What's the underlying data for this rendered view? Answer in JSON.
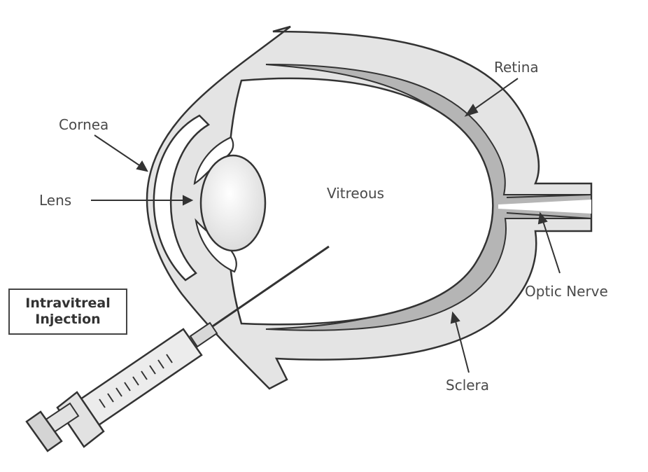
{
  "labels": {
    "retina": "Retina",
    "cornea": "Cornea",
    "lens": "Lens",
    "vitreous": "Vitreous",
    "optic_nerve": "Optic Nerve",
    "sclera": "Sclera",
    "injection_line1": "Intravitreal",
    "injection_line2": "Injection"
  },
  "colors": {
    "outline": "#333333",
    "sclera_fill": "#e4e4e4",
    "retina_fill": "#b5b5b5",
    "lens_fill": "#ececec",
    "text": "#4a4a4a"
  }
}
